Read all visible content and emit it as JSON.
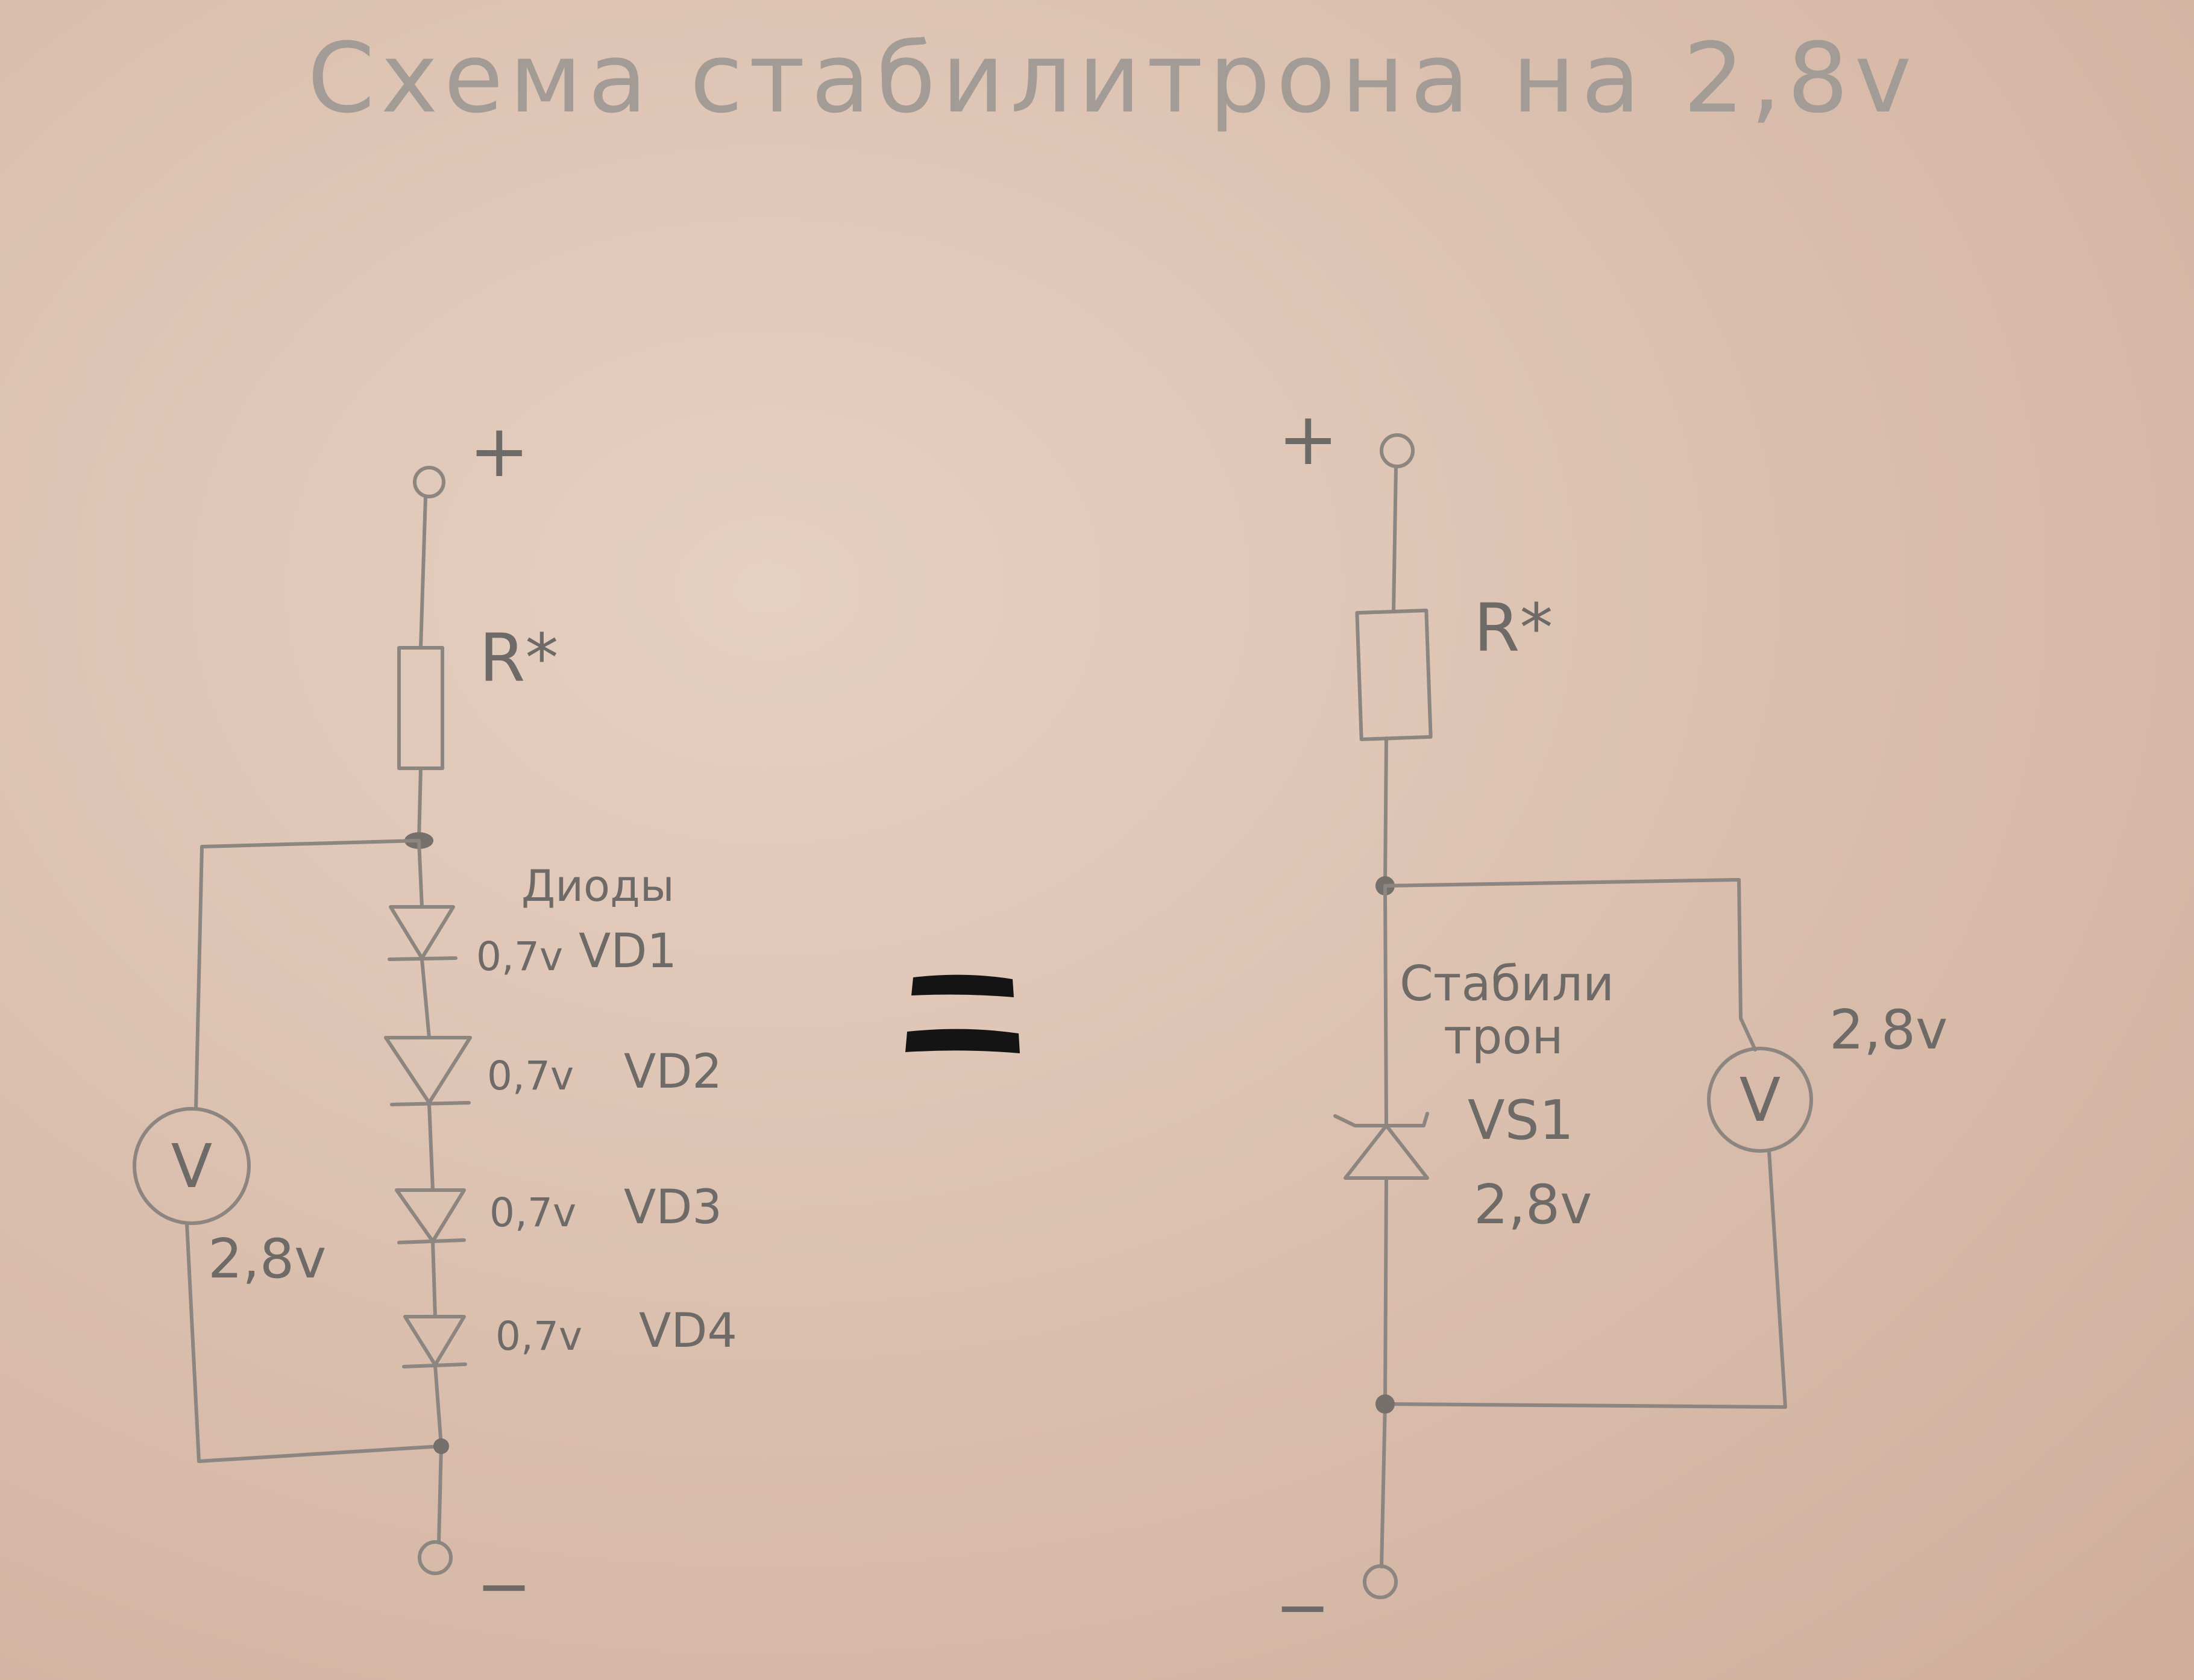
{
  "title": "Схема стабилитрона на 2,8v",
  "left_circuit": {
    "plus": "+",
    "minus": "−",
    "resistor": "R*",
    "diodes_label": "Диоды",
    "diodes": [
      {
        "voltage": "0,7v",
        "ref": "VD1"
      },
      {
        "voltage": "0,7v",
        "ref": "VD2"
      },
      {
        "voltage": "0,7v",
        "ref": "VD3"
      },
      {
        "voltage": "0,7v",
        "ref": "VD4"
      }
    ],
    "voltmeter_symbol": "V",
    "voltmeter_reading": "2,8v"
  },
  "right_circuit": {
    "plus": "+",
    "minus": "−",
    "resistor": "R*",
    "zener_label_line1": "Стабили",
    "zener_label_line2": "трон",
    "zener_ref": "VS1",
    "zener_voltage": "2,8v",
    "voltmeter_symbol": "V",
    "voltmeter_reading": "2,8v"
  }
}
